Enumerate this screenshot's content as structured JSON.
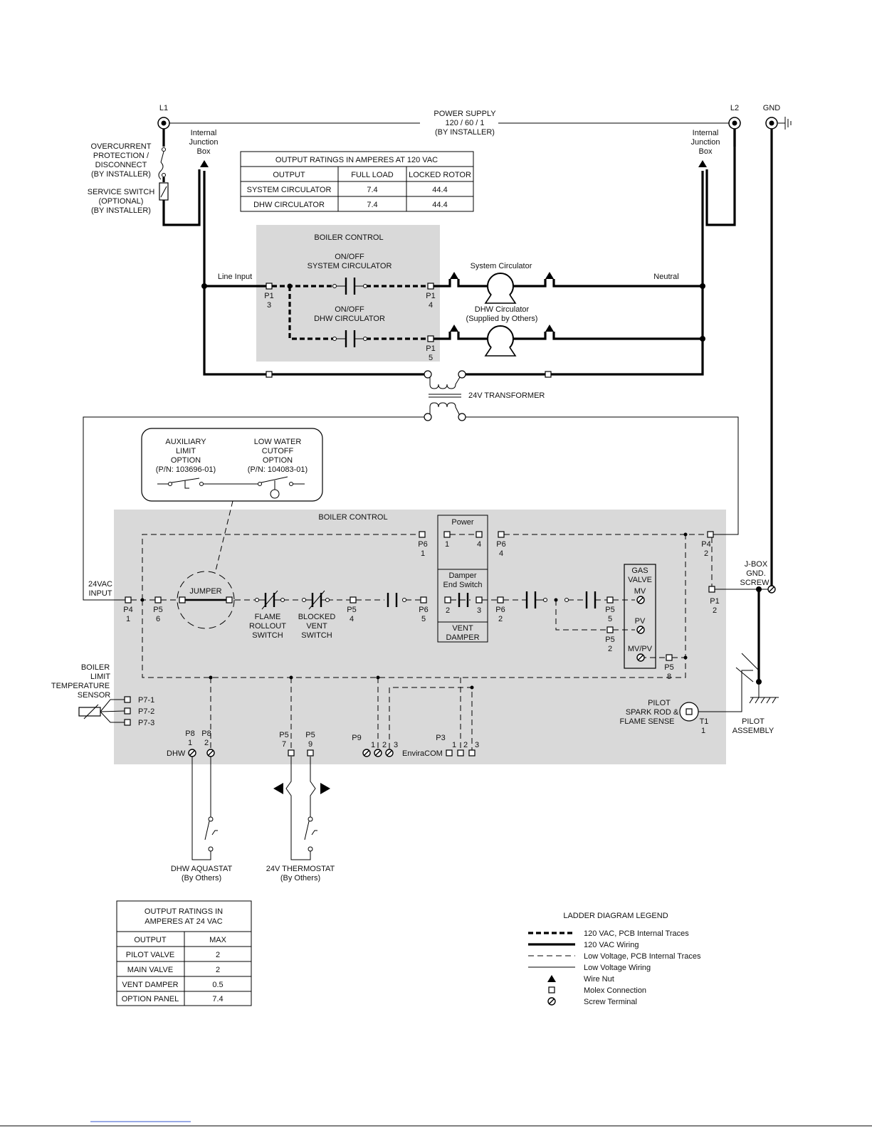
{
  "labels": {
    "l1": "L1",
    "l2": "L2",
    "gnd": "GND",
    "power_supply": [
      "POWER SUPPLY",
      "120 / 60 / 1",
      "(BY INSTALLER)"
    ],
    "overcurrent": [
      "OVERCURRENT",
      "PROTECTION /",
      "DISCONNECT",
      "(BY INSTALLER)"
    ],
    "service_switch": [
      "SERVICE SWITCH",
      "(OPTIONAL)",
      "(BY INSTALLER)"
    ],
    "junction_box": [
      "Internal",
      "Junction",
      "Box"
    ],
    "boiler_control": "BOILER CONTROL",
    "line_input": "Line Input",
    "neutral": "Neutral",
    "sys_circ_switch": [
      "ON/OFF",
      "SYSTEM CIRCULATOR"
    ],
    "dhw_circ_switch": [
      "ON/OFF",
      "DHW CIRCULATOR"
    ],
    "system_circulator": "System Circulator",
    "dhw_circulator": [
      "DHW Circulator",
      "(Supplied by Others)"
    ],
    "transformer": "24V TRANSFORMER",
    "aux_limit": [
      "AUXILIARY",
      "LIMIT",
      "OPTION",
      "(P/N: 103696-01)"
    ],
    "lwco": [
      "LOW WATER",
      "CUTOFF",
      "OPTION",
      "(P/N: 104083-01)"
    ],
    "power": "Power",
    "damper_switch": [
      "Damper",
      "End Switch"
    ],
    "vent_damper": [
      "VENT",
      "DAMPER"
    ],
    "gas_valve": [
      "GAS",
      "VALVE"
    ],
    "mv": "MV",
    "pv": "PV",
    "mvpv": "MV/PV",
    "jbox": [
      "J-BOX",
      "GND.",
      "SCREW"
    ],
    "vac_input": [
      "24VAC",
      "INPUT"
    ],
    "jumper": "JUMPER",
    "flame_rollout": [
      "FLAME",
      "ROLLOUT",
      "SWITCH"
    ],
    "blocked_vent": [
      "BLOCKED",
      "VENT",
      "SWITCH"
    ],
    "limit_sensor": [
      "BOILER",
      "LIMIT",
      "TEMPERATURE",
      "SENSOR"
    ],
    "pilot_spark": [
      "PILOT",
      "SPARK ROD &",
      "FLAME SENSE"
    ],
    "pilot_assembly": [
      "PILOT",
      "ASSEMBLY"
    ],
    "dhw": "DHW",
    "enviracom": "EnviraCOM",
    "dhw_aquastat": [
      "DHW AQUASTAT",
      "(By Others)"
    ],
    "thermostat": [
      "24V THERMOSTAT",
      "(By Others)"
    ]
  },
  "pins": {
    "p1_3": [
      "P1",
      "3"
    ],
    "p1_4": [
      "P1",
      "4"
    ],
    "p1_5": [
      "P1",
      "5"
    ],
    "p6_1": [
      "P6",
      "1"
    ],
    "p6_4": [
      "P6",
      "4"
    ],
    "p4_2": [
      "P4",
      "2"
    ],
    "p1_2": [
      "P1",
      "2"
    ],
    "p4_1": [
      "P4",
      "1"
    ],
    "p5_6": [
      "P5",
      "6"
    ],
    "p5_4": [
      "P5",
      "4"
    ],
    "p6_5": [
      "P6",
      "5"
    ],
    "p6_2": [
      "P6",
      "2"
    ],
    "p5_5": [
      "P5",
      "5"
    ],
    "p5_2": [
      "P5",
      "2"
    ],
    "p5_8": [
      "P5",
      "8"
    ],
    "p7_1": "P7-1",
    "p7_2": "P7-2",
    "p7_3": "P7-3",
    "p8_1": [
      "P8",
      "1"
    ],
    "p8_2": [
      "P8",
      "2"
    ],
    "p5_7": [
      "P5",
      "7"
    ],
    "p5_9": [
      "P5",
      "9"
    ],
    "p9": "P9",
    "p3": "P3",
    "t1": [
      "T1",
      "1"
    ],
    "n1": "1",
    "n2": "2",
    "n3": "3",
    "n4": "4"
  },
  "table_120": {
    "title": "OUTPUT RATINGS IN AMPERES AT 120 VAC",
    "headers": [
      "OUTPUT",
      "FULL LOAD",
      "LOCKED ROTOR"
    ],
    "rows": [
      [
        "SYSTEM CIRCULATOR",
        "7.4",
        "44.4"
      ],
      [
        "DHW CIRCULATOR",
        "7.4",
        "44.4"
      ]
    ]
  },
  "table_24": {
    "title": [
      "OUTPUT RATINGS IN",
      "AMPERES AT 24 VAC"
    ],
    "headers": [
      "OUTPUT",
      "MAX"
    ],
    "rows": [
      [
        "PILOT VALVE",
        "2"
      ],
      [
        "MAIN VALVE",
        "2"
      ],
      [
        "VENT DAMPER",
        "0.5"
      ],
      [
        "OPTION PANEL",
        "7.4"
      ]
    ]
  },
  "legend": {
    "title": "LADDER DIAGRAM LEGEND",
    "items": [
      "120 VAC, PCB Internal Traces",
      "120 VAC Wiring",
      "Low Voltage, PCB Internal Traces",
      "Low Voltage Wiring",
      "Wire Nut",
      "Molex Connection",
      "Screw Terminal"
    ]
  },
  "colors": {
    "panel": "#d9d9d9",
    "line": "#000000"
  }
}
